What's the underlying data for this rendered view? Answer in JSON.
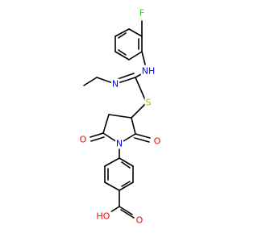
{
  "atoms": [
    {
      "symbol": "F",
      "color": "#33cc33"
    },
    {
      "symbol": "NH",
      "color": "#0000ff"
    },
    {
      "symbol": "N",
      "color": "#0000ff"
    },
    {
      "symbol": "S",
      "color": "#b2b200"
    },
    {
      "symbol": "N",
      "color": "#0000ff"
    },
    {
      "symbol": "O",
      "color": "#ff0000"
    },
    {
      "symbol": "O",
      "color": "#ff0000"
    },
    {
      "symbol": "O",
      "color": "#ff0000"
    },
    {
      "symbol": "HO",
      "color": "#ff0000"
    }
  ]
}
